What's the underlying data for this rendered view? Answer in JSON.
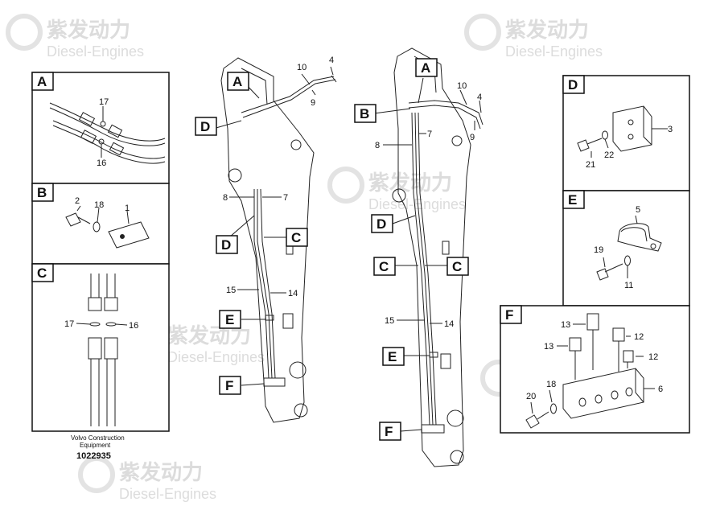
{
  "watermark": {
    "cn": "紫发动力",
    "en": "Diesel-Engines"
  },
  "reference": {
    "line1": "Volvo Construction",
    "line2": "Equipment",
    "number": "1022935"
  },
  "detail_tags": {
    "A": "A",
    "B": "B",
    "C": "C",
    "D": "D",
    "E": "E",
    "F": "F"
  },
  "part_numbers": {
    "n1": "1",
    "n2": "2",
    "n3": "3",
    "n4": "4",
    "n5": "5",
    "n6": "6",
    "n7": "7",
    "n8": "8",
    "n9": "9",
    "n10": "10",
    "n11": "11",
    "n12": "12",
    "n13": "13",
    "n14": "14",
    "n15": "15",
    "n16": "16",
    "n17": "17",
    "n18": "18",
    "n19": "19",
    "n20": "20",
    "n21": "21",
    "n22": "22"
  }
}
